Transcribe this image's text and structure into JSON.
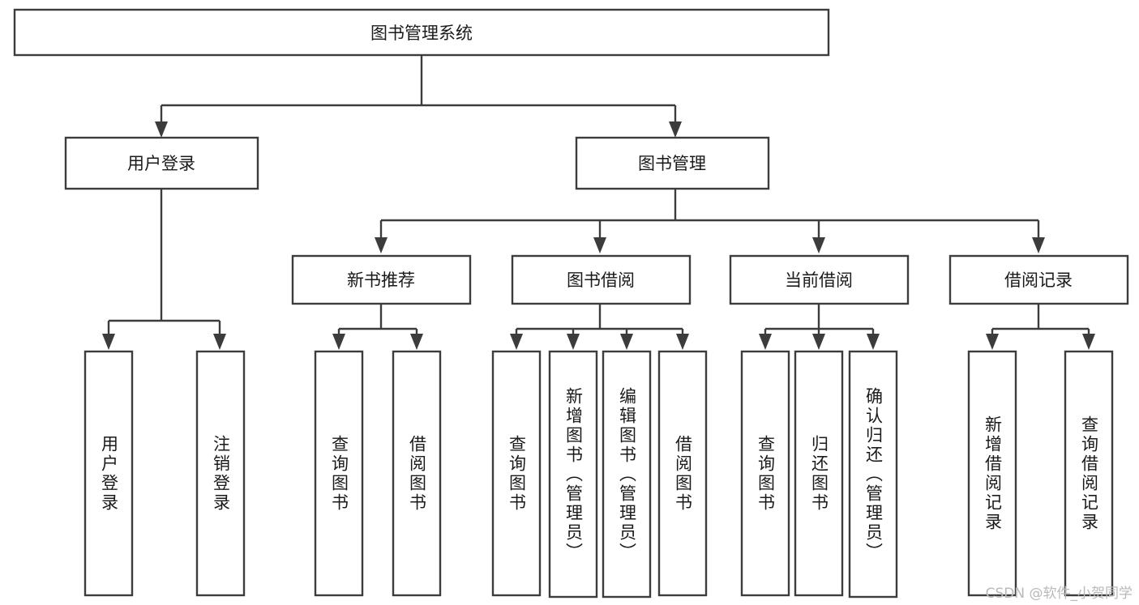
{
  "diagram": {
    "type": "tree",
    "title": "图书管理系统",
    "watermark": "CSDN @软件_小贺同学",
    "colors": {
      "box_stroke": "#3c3c3c",
      "box_fill": "#ffffff",
      "text": "#1a1a1a",
      "watermark": "#b9b9b9",
      "background": "#ffffff"
    },
    "root": {
      "label": "图书管理系统"
    },
    "level2": [
      {
        "label": "用户登录"
      },
      {
        "label": "图书管理"
      }
    ],
    "level3": [
      {
        "label": "新书推荐"
      },
      {
        "label": "图书借阅"
      },
      {
        "label": "当前借阅"
      },
      {
        "label": "借阅记录"
      }
    ],
    "leaves": {
      "user_login": [
        {
          "label": "用户登录"
        },
        {
          "label": "注销登录"
        }
      ],
      "new_book_recommend": [
        {
          "label": "查询图书"
        },
        {
          "label": "借阅图书"
        }
      ],
      "book_borrow": [
        {
          "label": "查询图书"
        },
        {
          "label": "新增图书（管理员）"
        },
        {
          "label": "编辑图书（管理员）"
        },
        {
          "label": "借阅图书"
        }
      ],
      "current_borrow": [
        {
          "label": "查询图书"
        },
        {
          "label": "归还图书"
        },
        {
          "label": "确认归还（管理员）"
        }
      ],
      "borrow_record": [
        {
          "label": "新增借阅记录"
        },
        {
          "label": "查询借阅记录"
        }
      ]
    }
  }
}
